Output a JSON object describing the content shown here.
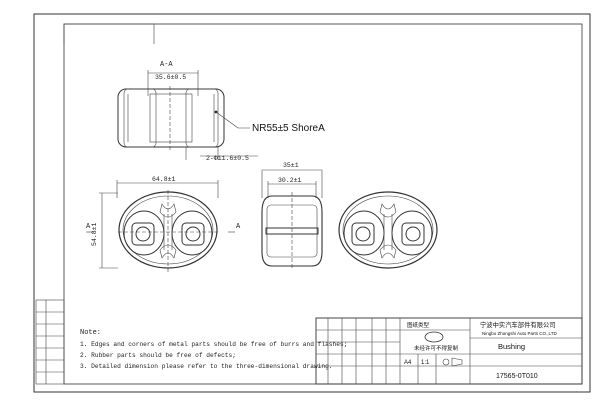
{
  "section_label": "A-A",
  "dims": {
    "top_width": "35.6±0.5",
    "hole_dia": "2-Φ11.6±0.5",
    "material": "NR55±5 ShoreA",
    "front_width": "64.8±1",
    "front_height": "54.8±1",
    "side_width_outer": "35±1",
    "side_width_inner": "30.2±1",
    "section_mark": "A"
  },
  "notes": {
    "title": "Note:",
    "items": [
      "1. Edges and corners of metal parts should be free of burrs and flashes;",
      "2. Rubber parts should be free of defects;",
      "3. Detailed dimension please refer to the three-dimensional drawing."
    ]
  },
  "title_block": {
    "company_cn": "宁波中实汽车部件有限公司",
    "company_en": "Ningbo Zhongshi Auto Parts CO.,LTD",
    "part_name": "Bushing",
    "part_number": "17565-0T010",
    "scale": "1:1",
    "sheet_size": "A4",
    "stamp_text": "未经许可不得复制",
    "cn_label": "图纸类型"
  }
}
